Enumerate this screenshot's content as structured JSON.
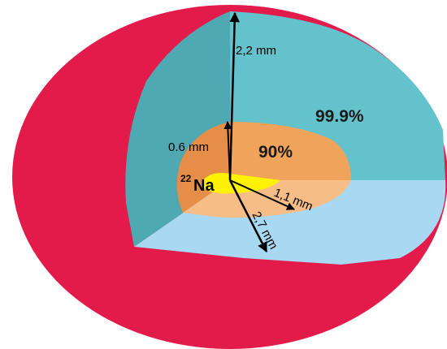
{
  "source": {
    "mass_number": "22",
    "symbol": "Na"
  },
  "regions": [
    {
      "name": "outer-shell",
      "color": "#E31B4A"
    },
    {
      "name": "teal-region",
      "color": "#63C2CC",
      "percent": "99.9%"
    },
    {
      "name": "orange-region",
      "color": "#F0A35A",
      "percent": "90%"
    },
    {
      "name": "core",
      "color": "#FFF200"
    },
    {
      "name": "light-blue-floor",
      "color": "#A8D8F2"
    }
  ],
  "radii": [
    {
      "label": "2,2 mm"
    },
    {
      "label": "0.6 mm"
    },
    {
      "label": "1,1 mm"
    },
    {
      "label": "2,7 mm"
    }
  ]
}
